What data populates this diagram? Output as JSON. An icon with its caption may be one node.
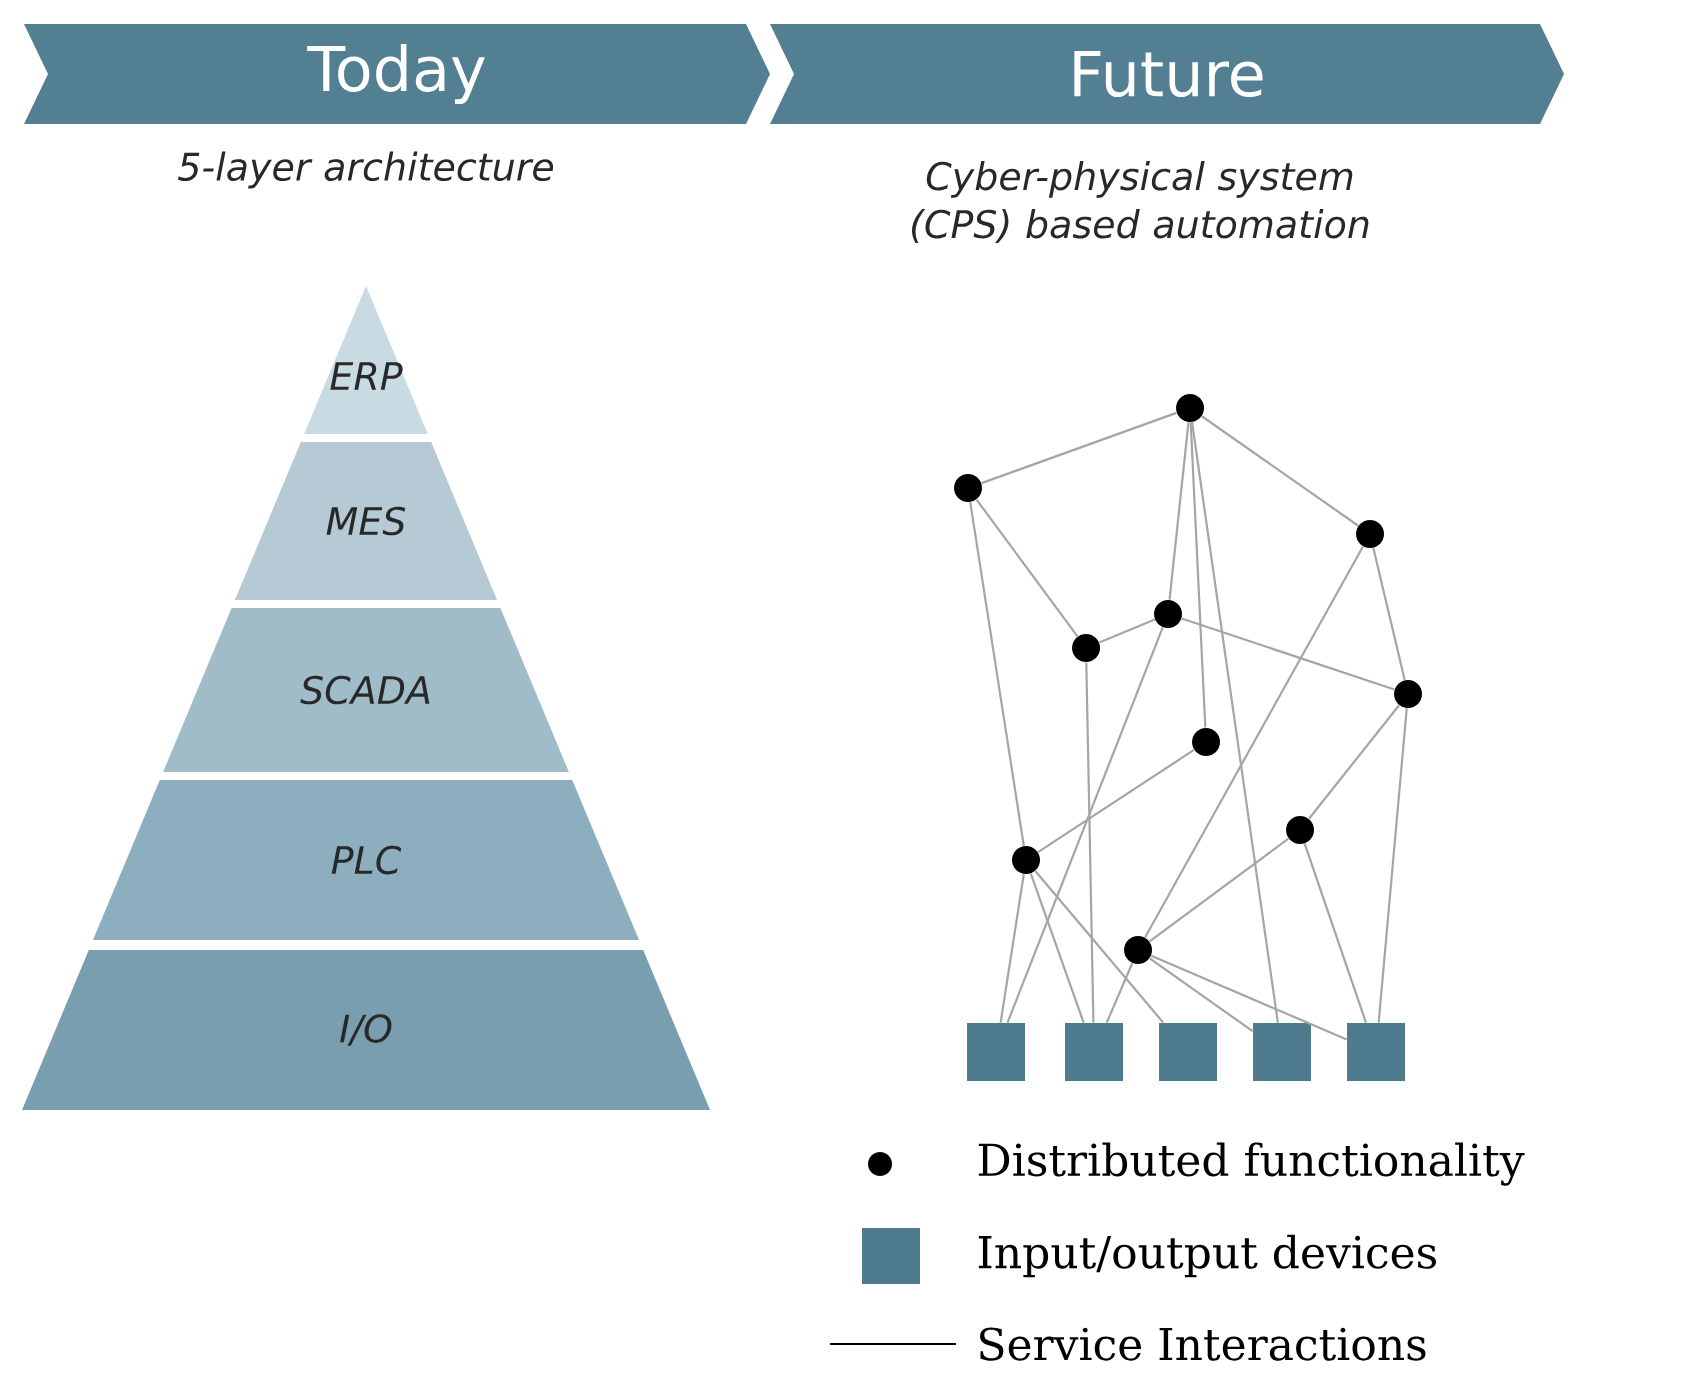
{
  "diagram": {
    "nodes": [
      {
        "text": [
          "Today"
        ]
      },
      {
        "text": [
          "Future"
        ]
      },
      {
        "text": [
          "ERP"
        ]
      },
      {
        "text": [
          "MES"
        ]
      },
      {
        "text": [
          "SCADA"
        ]
      },
      {
        "text": [
          "PLC"
        ]
      },
      {
        "text": [
          "I/O"
        ]
      },
      {
        "text": [],
        "shape": "circle"
      },
      {
        "text": [],
        "shape": "circle"
      },
      {
        "text": [],
        "shape": "circle"
      },
      {
        "text": [],
        "shape": "circle"
      },
      {
        "text": [],
        "shape": "circle"
      },
      {
        "text": [],
        "shape": "circle"
      },
      {
        "text": [],
        "shape": "circle"
      },
      {
        "text": [],
        "shape": "circle"
      },
      {
        "text": [],
        "shape": "circle"
      },
      {
        "text": [],
        "shape": "circle"
      },
      {
        "text": [],
        "shape": "box"
      },
      {
        "text": [],
        "shape": "box"
      },
      {
        "text": [],
        "shape": "box"
      },
      {
        "text": [],
        "shape": "box"
      },
      {
        "text": [],
        "shape": "box"
      }
    ],
    "edges": [
      {
        "from": 7,
        "to": 8,
        "arrow": "none"
      },
      {
        "from": 7,
        "to": 9,
        "arrow": "none"
      },
      {
        "from": 7,
        "to": 10,
        "arrow": "none"
      },
      {
        "from": 7,
        "to": 13,
        "arrow": "none"
      },
      {
        "from": 7,
        "to": 20,
        "arrow": "none"
      },
      {
        "from": 8,
        "to": 11,
        "arrow": "none"
      },
      {
        "from": 8,
        "to": 15,
        "arrow": "none"
      },
      {
        "from": 9,
        "to": 12,
        "arrow": "none"
      },
      {
        "from": 9,
        "to": 16,
        "arrow": "none"
      },
      {
        "from": 10,
        "to": 11,
        "arrow": "none"
      },
      {
        "from": 10,
        "to": 12,
        "arrow": "none"
      },
      {
        "from": 10,
        "to": 17,
        "arrow": "none"
      },
      {
        "from": 11,
        "to": 18,
        "arrow": "none"
      },
      {
        "from": 12,
        "to": 14,
        "arrow": "none"
      },
      {
        "from": 12,
        "to": 21,
        "arrow": "none"
      },
      {
        "from": 13,
        "to": 15,
        "arrow": "none"
      },
      {
        "from": 14,
        "to": 16,
        "arrow": "none"
      },
      {
        "from": 14,
        "to": 21,
        "arrow": "none"
      },
      {
        "from": 15,
        "to": 17,
        "arrow": "none"
      },
      {
        "from": 15,
        "to": 18,
        "arrow": "none"
      },
      {
        "from": 15,
        "to": 19,
        "arrow": "none"
      },
      {
        "from": 16,
        "to": 18,
        "arrow": "none"
      },
      {
        "from": 16,
        "to": 20,
        "arrow": "none"
      },
      {
        "from": 16,
        "to": 21,
        "arrow": "none"
      }
    ],
    "labels": [
      "5-layer architecture",
      "Cyber-physical system (CPS) based automation"
    ],
    "legend": [
      {
        "text": "Distributed functionality"
      },
      {
        "text": "Input/output devices",
        "color": "#4e7b8e"
      },
      {
        "text": "Service Interactions"
      }
    ]
  }
}
